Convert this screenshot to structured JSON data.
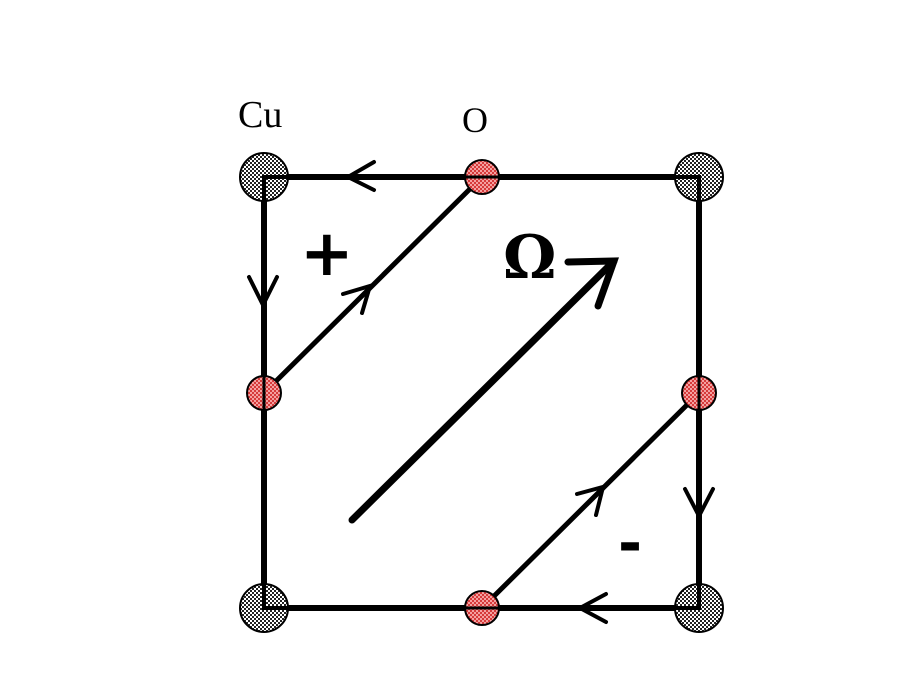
{
  "labels": {
    "copper": "Cu",
    "oxygen": "O",
    "flux": "Ω",
    "plus": "+",
    "minus": "-"
  },
  "colors": {
    "line": "#000000",
    "copper_atom": "#777777",
    "oxygen_atom": "#f08080"
  }
}
